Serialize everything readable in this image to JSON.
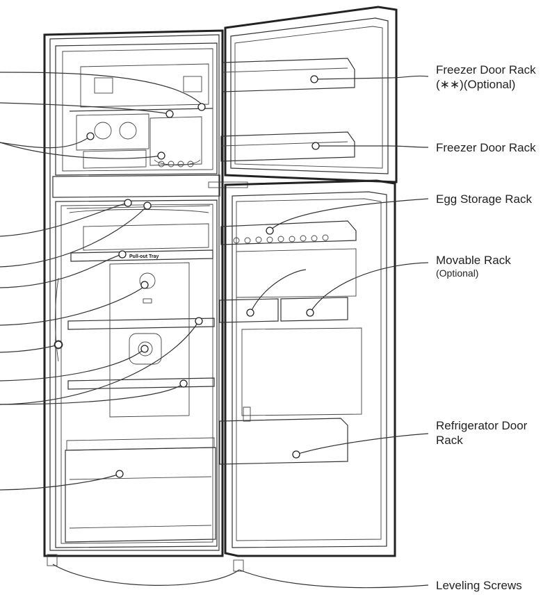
{
  "labels": {
    "freezer_door_rack_optional": "Freezer Door Rack",
    "freezer_door_rack_optional_line2": "(∗∗)(Optional)",
    "freezer_door_rack": "Freezer Door Rack",
    "egg_storage_rack": "Egg Storage Rack",
    "movable_rack": "Movable Rack",
    "movable_rack_sub": "(Optional)",
    "refrigerator_door_rack": "Refrigerator Door",
    "refrigerator_door_rack_line2": "Rack",
    "leveling_screws": "Leveling Screws"
  },
  "inner_text": {
    "pull_out_tray": "Pull-out Tray"
  }
}
